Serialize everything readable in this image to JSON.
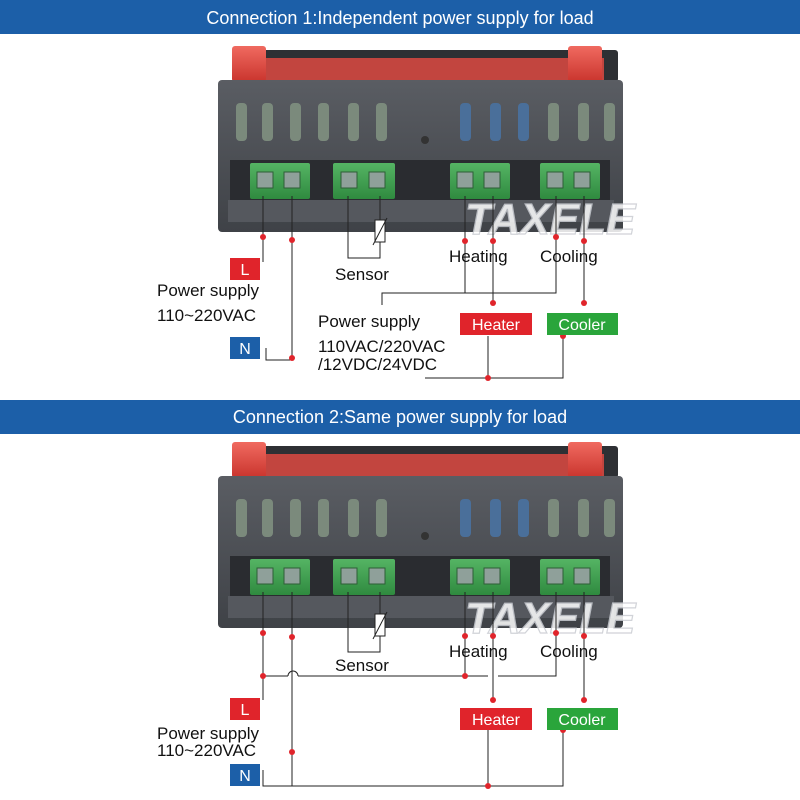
{
  "colors": {
    "banner": "#1c5fa8",
    "wire": "#222222",
    "dot": "#e0242b",
    "live_box": "#e0242b",
    "neutral_box": "#1c5fa8",
    "heater_box": "#e0242b",
    "cooler_box": "#2aa53b",
    "housing": "#4a4d52",
    "terminal": "#3c9a4c",
    "top_cap": "#e5534b"
  },
  "watermark": "TAXELE",
  "sections": [
    {
      "title": "Connection 1:Independent power supply for load",
      "labels": {
        "sensor": "Sensor",
        "heating": "Heating",
        "cooling": "Cooling",
        "live": "L",
        "neutral": "N",
        "power_supply": "Power supply",
        "power_voltage": "110~220VAC",
        "load_supply": "Power supply",
        "load_voltage_1": "110VAC/220VAC",
        "load_voltage_2": "/12VDC/24VDC",
        "heater": "Heater",
        "cooler": "Cooler"
      }
    },
    {
      "title": "Connection 2:Same power supply for load",
      "labels": {
        "sensor": "Sensor",
        "heating": "Heating",
        "cooling": "Cooling",
        "live": "L",
        "neutral": "N",
        "power_supply": "Power supply",
        "power_voltage": "110~220VAC",
        "heater": "Heater",
        "cooler": "Cooler"
      }
    }
  ]
}
